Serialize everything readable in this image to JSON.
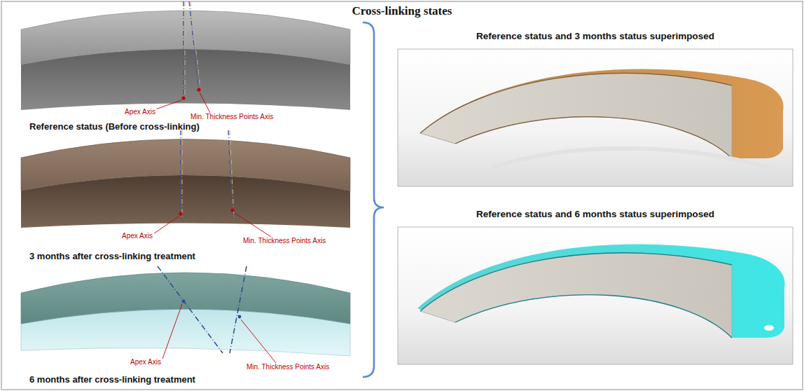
{
  "diagram": {
    "title": "Cross-linking states",
    "nodes": [
      {
        "text": [
          "Reference status and 3 months status superimposed"
        ]
      },
      {
        "text": [
          "Reference status and 6 months status superimposed"
        ]
      }
    ],
    "labels": [
      "Apex Axis",
      "Min. Thickness Points Axis",
      "Reference status (Before cross-linking)",
      "Apex Axis",
      "Min. Thickness Points Axis",
      "3 months after cross-linking treatment",
      "Apex Axis",
      "Min. Thickness Points Axis",
      "6 months after cross-linking treatment"
    ]
  }
}
